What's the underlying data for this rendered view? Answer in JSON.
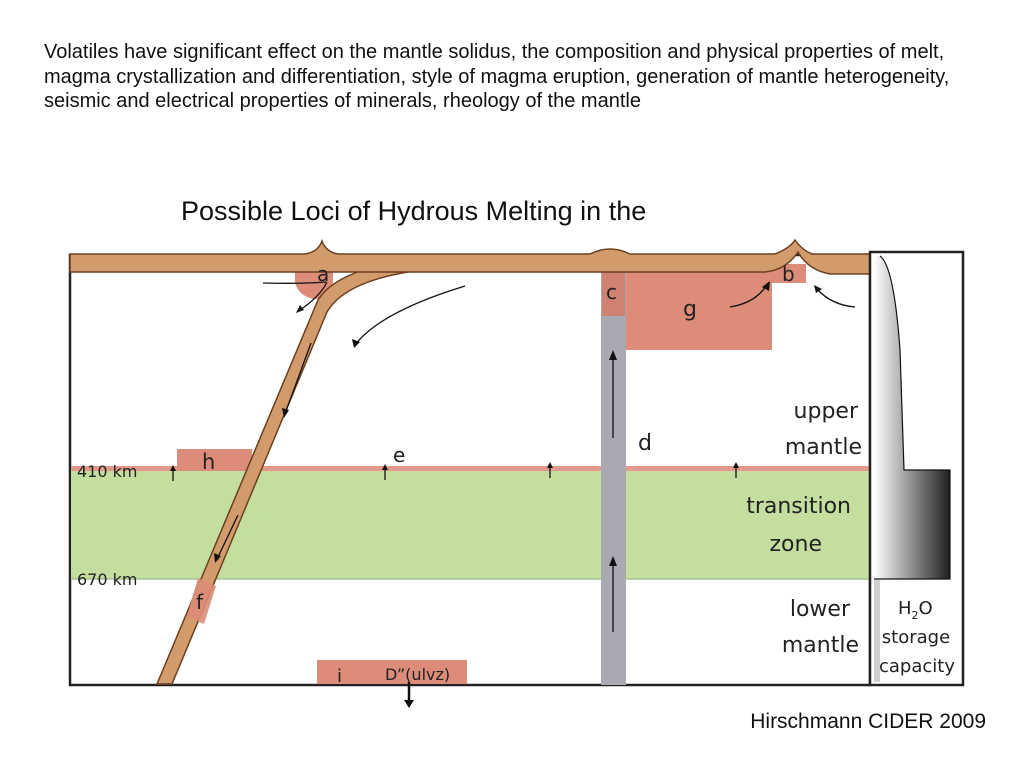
{
  "intro_text": "Volatiles have significant effect on the mantle solidus, the composition and physical properties of melt, magma crystallization and differentiation, style of magma eruption, generation of mantle heterogeneity, seismic and electrical properties of minerals, rheology of the mantle",
  "title": "Possible Loci of Hydrous Melting in the",
  "credit": "Hirschmann CIDER 2009",
  "diagram": {
    "depth_labels": {
      "d410": "410 km",
      "d670": "670 km"
    },
    "region_labels": {
      "upper_1": "upper",
      "upper_2": "mantle",
      "transition_1": "transition",
      "transition_2": "zone",
      "lower_1": "lower",
      "lower_2": "mantle"
    },
    "loci": {
      "a": "a",
      "b": "b",
      "c": "c",
      "d": "d",
      "e": "e",
      "f": "f",
      "g": "g",
      "h": "h",
      "i": "i",
      "i_extra": "D”(ulvz)"
    },
    "h2o": {
      "h": "H",
      "sub": "2",
      "o": "O",
      "line2": "storage",
      "line3": "capacity"
    },
    "colors": {
      "plate": "#d29b6c",
      "plate_edge": "#6a4020",
      "melt": "#dc8c78",
      "transition": "#c4dea0",
      "plume": "#a9a9b1",
      "line_410": "#e39a8a"
    }
  }
}
